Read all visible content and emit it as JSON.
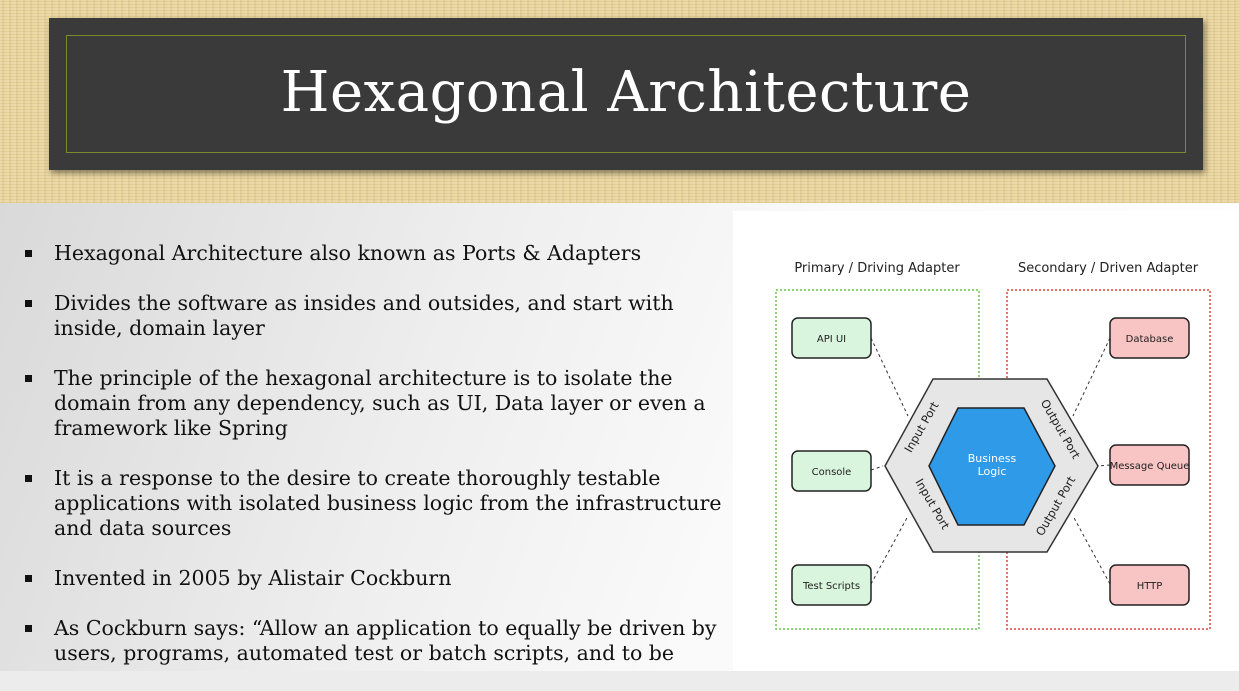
{
  "slide": {
    "title": "Hexagonal Architecture",
    "bullets": [
      "Hexagonal Architecture also known as Ports & Adapters",
      "Divides the software as insides and outsides, and start with",
      "inside, domain layer",
      "The principle of the hexagonal architecture is to isolate the",
      "domain from any dependency, such as UI, Data layer or even a",
      "framework like Spring",
      "It is a response to the desire to create thoroughly testable",
      "applications with isolated business logic from the infrastructure",
      "and data sources",
      "Invented in 2005 by Alistair Cockburn",
      "As Cockburn says: “Allow an application to equally be driven by",
      "users, programs, automated test or batch scripts, and to be"
    ]
  },
  "diagram": {
    "primary_label": "Primary / Driving Adapter",
    "secondary_label": "Secondary / Driven Adapter",
    "primary_adapters": [
      "API UI",
      "Console",
      "Test Scripts"
    ],
    "secondary_adapters": [
      "Database",
      "Message Queue",
      "HTTP"
    ],
    "core_line1": "Business",
    "core_line2": "Logic",
    "input_port": "Input Port",
    "output_port": "Output Port",
    "colors": {
      "primary_border": "#6cc24a",
      "primary_fill": "#d9f5dd",
      "secondary_border": "#e0453a",
      "secondary_fill": "#f8c4c4",
      "core_fill": "#2f9be8",
      "ring_fill": "#e6e6e6"
    }
  }
}
